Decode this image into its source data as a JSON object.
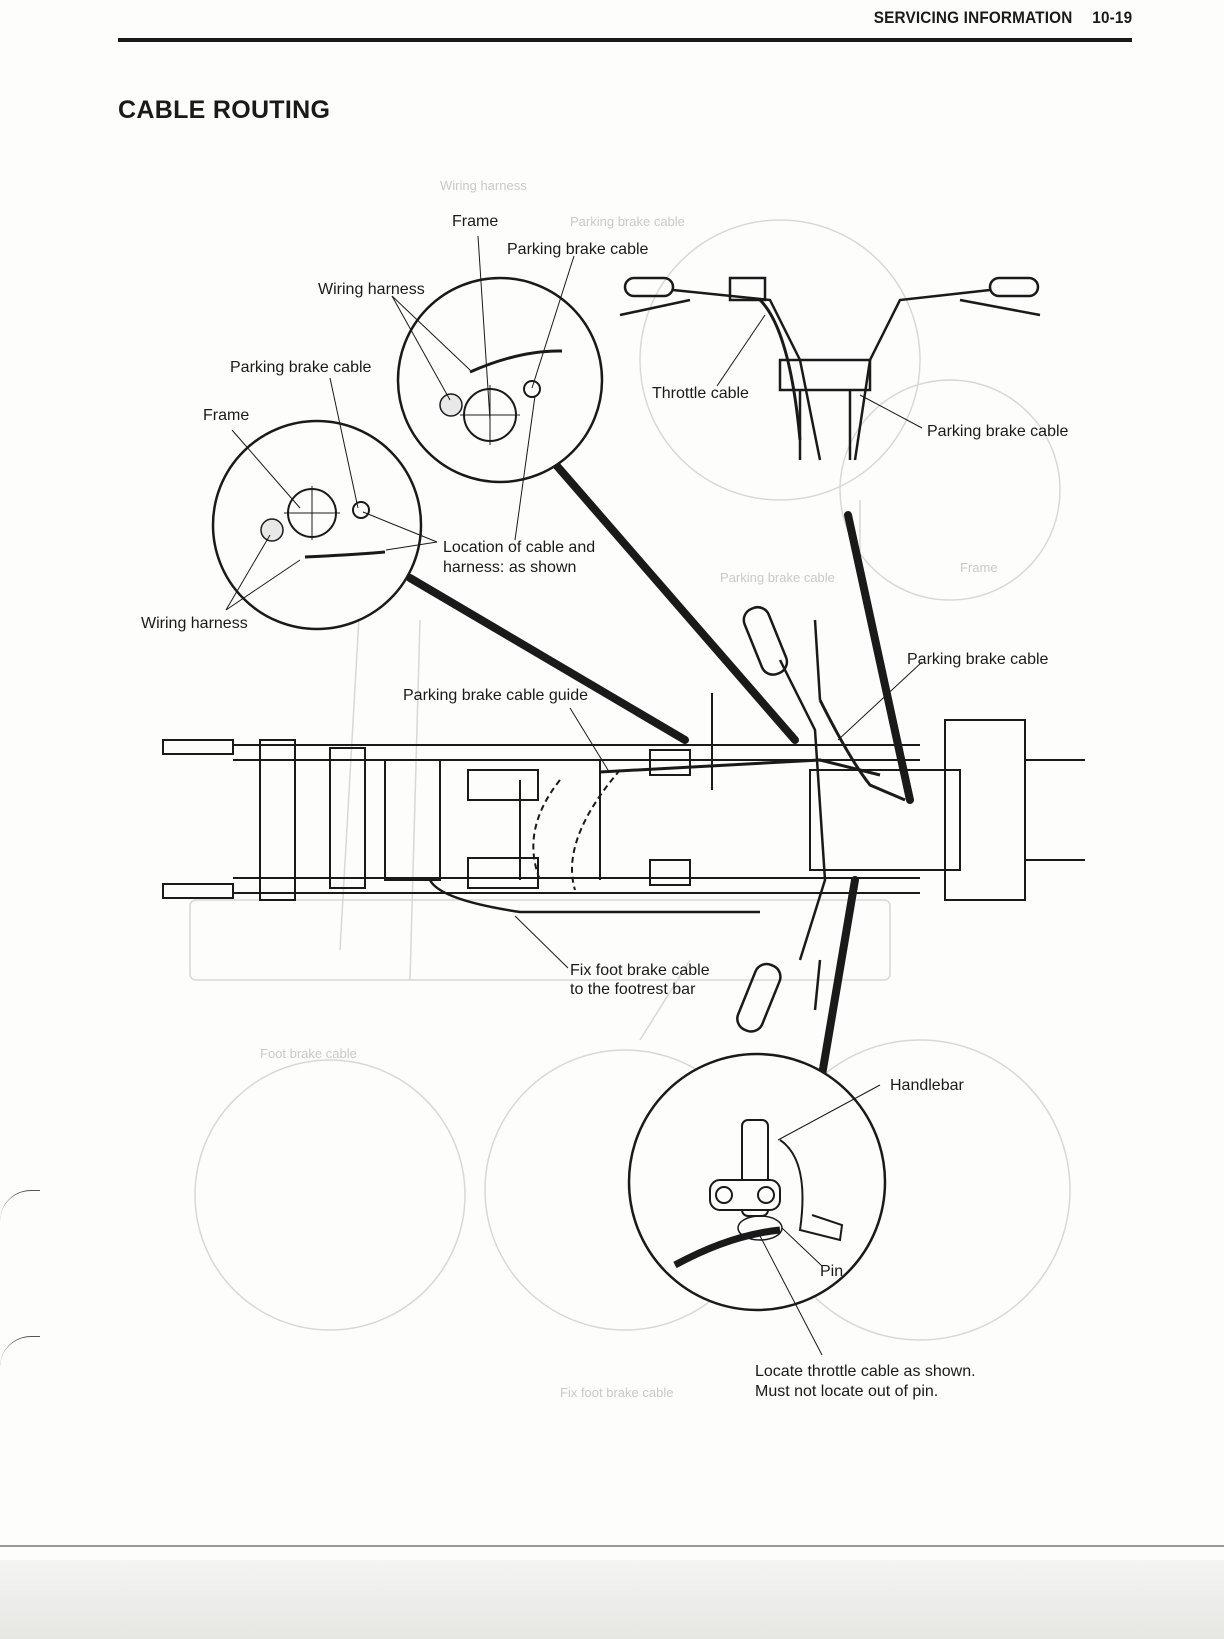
{
  "header": {
    "section": "SERVICING INFORMATION",
    "page": "10-19"
  },
  "title": "CABLE ROUTING",
  "labels": {
    "frame_top": "Frame",
    "parking_brake_cable_top": "Parking brake cable",
    "wiring_harness_top": "Wiring harness",
    "parking_brake_cable_left": "Parking brake cable",
    "frame_left": "Frame",
    "location_line1": "Location of cable and",
    "location_line2": "harness: as shown",
    "wiring_harness_left": "Wiring harness",
    "throttle_cable": "Throttle cable",
    "parking_brake_cable_right": "Parking brake cable",
    "parking_brake_cable_mid": "Parking brake cable",
    "parking_brake_cable_guide": "Parking brake cable guide",
    "fix_line1": "Fix foot brake cable",
    "fix_line2": "to the footrest bar",
    "handlebar": "Handlebar",
    "pin": "Pin",
    "locate_line1": "Locate throttle cable as shown.",
    "locate_line2": "Must not locate out of pin."
  }
}
